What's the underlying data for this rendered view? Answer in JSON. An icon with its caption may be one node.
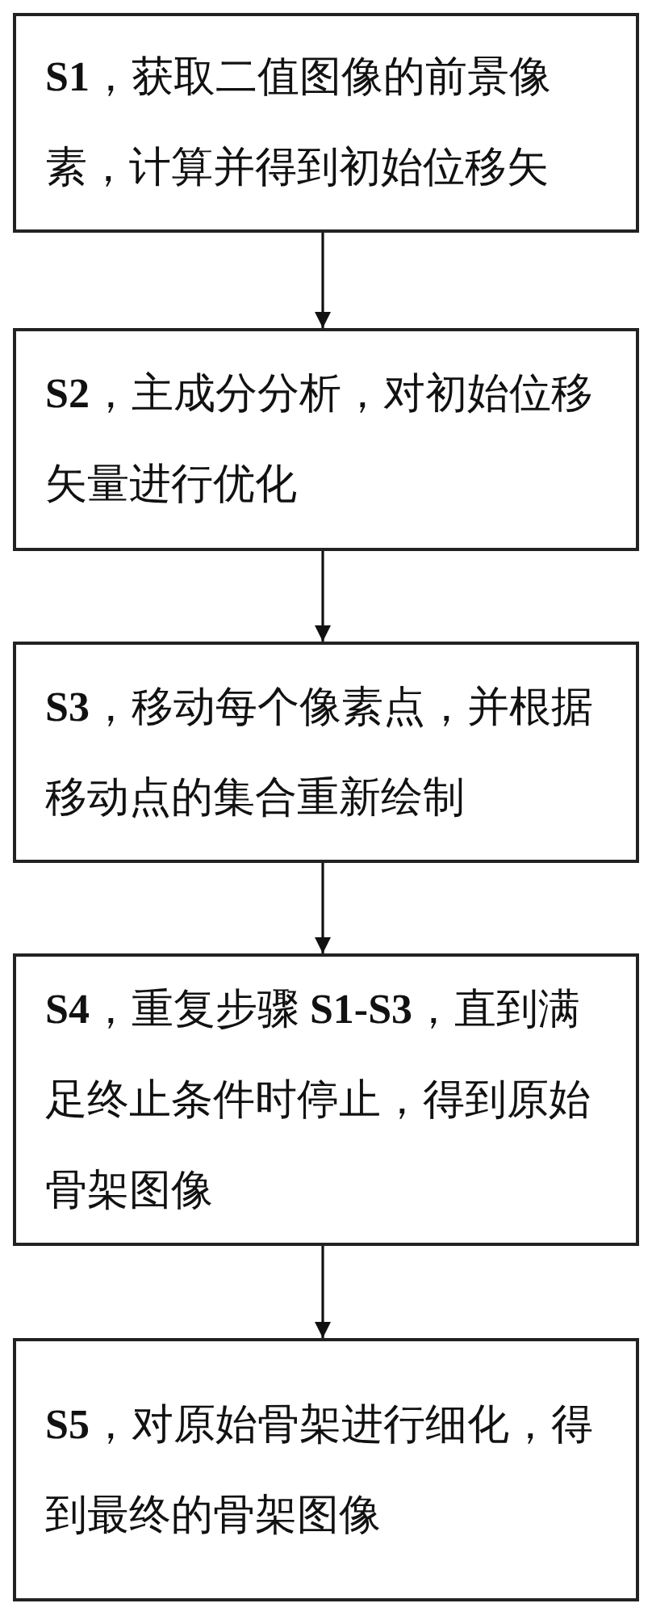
{
  "diagram": {
    "nodes": [
      {
        "text": [
          "**S1**，获取二值图像的前景像素，计算并得到初始位移矢"
        ]
      },
      {
        "text": [
          "**S2**，主成分分析，对初始位移矢量进行优化"
        ]
      },
      {
        "text": [
          "**S3**，移动每个像素点，并根据移动点的集合重新绘制"
        ]
      },
      {
        "text": [
          "**S4**，重复步骤 **S1-S3**，直到满足终止条件时停止，得到原始骨架图像"
        ]
      },
      {
        "text": [
          "**S5**，对原始骨架进行细化，得到最终的骨架图像"
        ]
      }
    ],
    "edges": [
      {
        "from": 0,
        "to": 1,
        "arrow": "to"
      },
      {
        "from": 1,
        "to": 2,
        "arrow": "to"
      },
      {
        "from": 2,
        "to": 3,
        "arrow": "to"
      },
      {
        "from": 3,
        "to": 4,
        "arrow": "to"
      }
    ]
  }
}
